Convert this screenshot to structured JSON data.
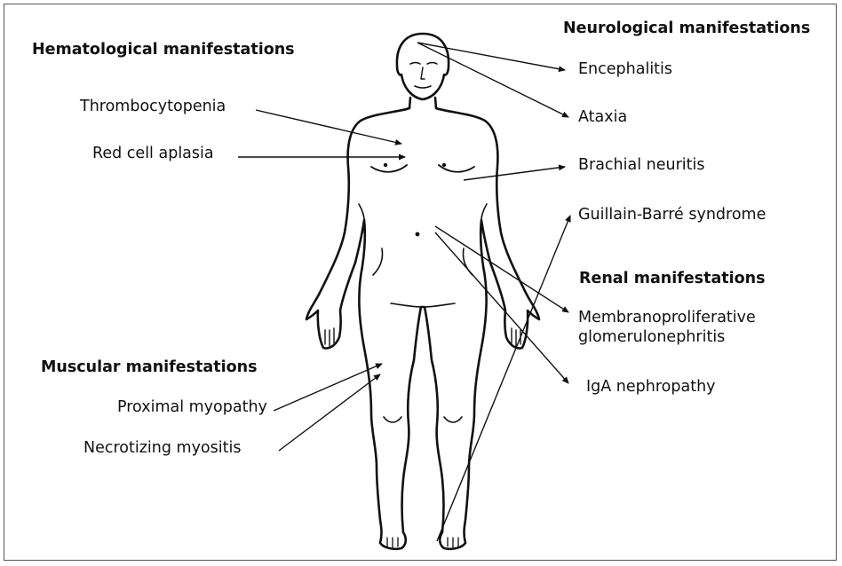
{
  "sections": {
    "hematological": {
      "heading": "Hematological manifestations",
      "items": [
        "Thrombocytopenia",
        "Red cell aplasia"
      ]
    },
    "muscular": {
      "heading": "Muscular manifestations",
      "items": [
        "Proximal myopathy",
        "Necrotizing myositis"
      ]
    },
    "neurological": {
      "heading": "Neurological manifestations",
      "items": [
        "Encephalitis",
        "Ataxia",
        "Brachial neuritis",
        "Guillain-Barré syndrome"
      ]
    },
    "renal": {
      "heading": "Renal manifestations",
      "items": [
        "Membranoproliferative glomerulonephritis",
        "IgA nephropathy"
      ]
    }
  },
  "colors": {
    "line": "#111111",
    "border": "#555555"
  },
  "figure": "human-body-outline"
}
